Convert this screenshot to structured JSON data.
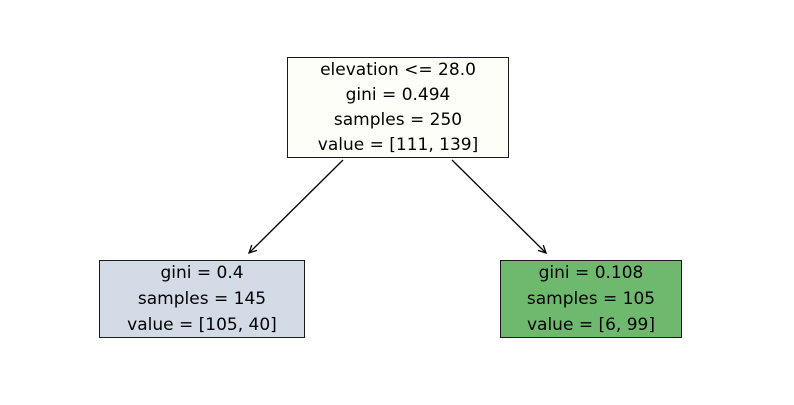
{
  "figure": {
    "kind": "decision-tree-plot",
    "background_color": "#ffffff",
    "edge_color": "#000000",
    "text_color": "#000000"
  },
  "tree": {
    "root": {
      "condition": "elevation <= 28.0",
      "gini": "gini = 0.494",
      "samples": "samples = 250",
      "value": "value = [111, 139]",
      "fill": "#fefef9"
    },
    "left_leaf": {
      "gini": "gini = 0.4",
      "samples": "samples = 145",
      "value": "value = [105, 40]",
      "fill": "#d2dbe6"
    },
    "right_leaf": {
      "gini": "gini = 0.108",
      "samples": "samples = 105",
      "value": "value = [6, 99]",
      "fill": "#6eb96e"
    },
    "edges": [
      {
        "from": "root",
        "to": "left_leaf"
      },
      {
        "from": "root",
        "to": "right_leaf"
      }
    ]
  }
}
